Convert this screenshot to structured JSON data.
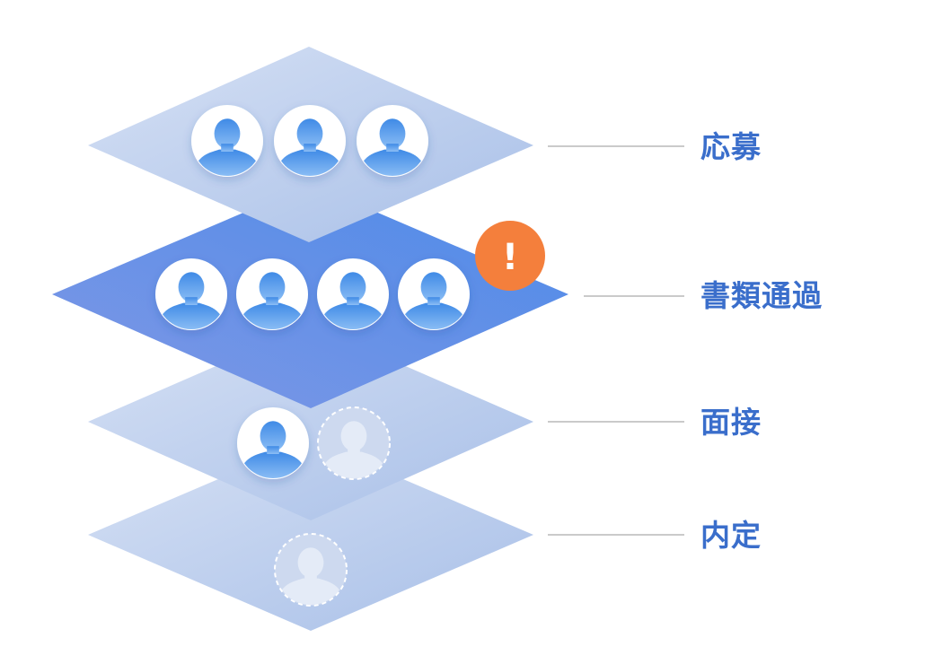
{
  "stages": [
    {
      "label": "応募",
      "filled": 3,
      "placeholders": 0,
      "highlighted": false
    },
    {
      "label": "書類通過",
      "filled": 4,
      "placeholders": 0,
      "highlighted": true
    },
    {
      "label": "面接",
      "filled": 1,
      "placeholders": 1,
      "highlighted": false
    },
    {
      "label": "内定",
      "filled": 0,
      "placeholders": 1,
      "highlighted": false
    }
  ],
  "warning": {
    "symbol": "!",
    "icon": "exclamation-icon",
    "color": "#f47f3c"
  },
  "colors": {
    "label": "#3a6ecb",
    "connector": "#b8b8b8",
    "layer": "#b3c6ea",
    "highlight": "#5a8de6",
    "avatar": "#4a90e8"
  }
}
